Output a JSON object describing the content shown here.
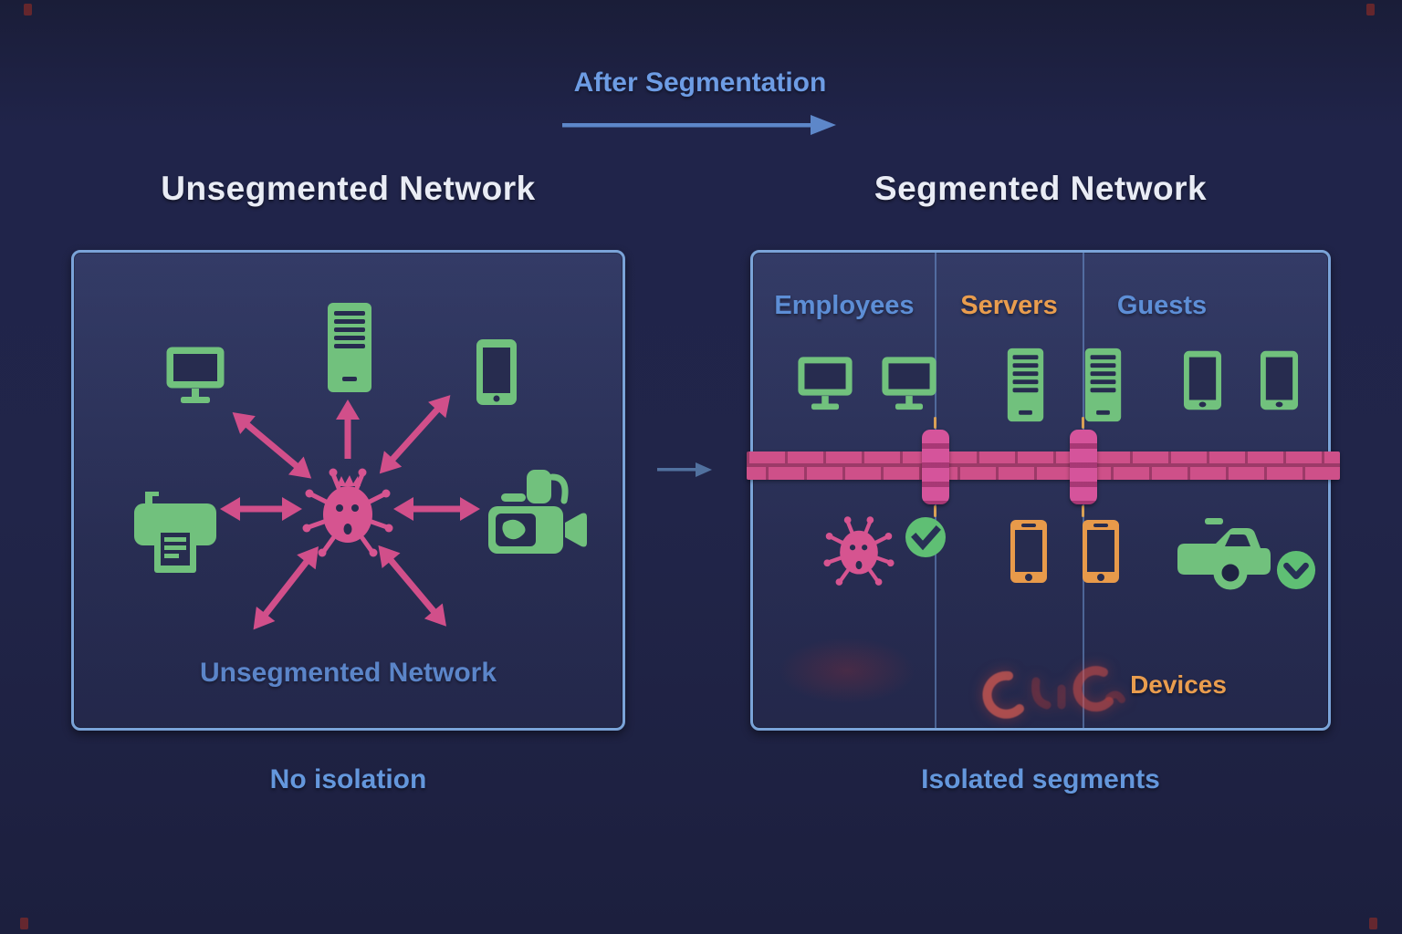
{
  "header": {
    "title": "After Segmentation"
  },
  "left_panel": {
    "heading": "Unsegmented Network",
    "inner_label": "Unsegmented Network",
    "caption": "No isolation",
    "devices": [
      "monitor",
      "server-tower",
      "smartphone",
      "printer",
      "video-camera"
    ],
    "threat": "virus-with-spreading-arrows"
  },
  "right_panel": {
    "heading": "Segmented Network",
    "caption": "Isolated segments",
    "devices_label": "Devices",
    "columns": [
      {
        "label": "Employees",
        "label_color": "#5d8ed6",
        "top_icons": [
          "monitor",
          "monitor"
        ],
        "bottom_icons": [
          "virus",
          "check-circle"
        ]
      },
      {
        "label": "Servers",
        "label_color": "#e99d4e",
        "top_icons": [
          "server-tower",
          "server-tower"
        ],
        "bottom_icons": [
          "smartphone-orange",
          "smartphone-orange"
        ]
      },
      {
        "label": "Guests",
        "label_color": "#5d8ed6",
        "top_icons": [
          "tablet",
          "tablet"
        ],
        "bottom_icons": [
          "vehicle",
          "check-circle"
        ]
      }
    ],
    "barrier": "pink-brick-firewall-with-posts"
  },
  "icons": {
    "monitor-icon": "green screen with stand",
    "server-icon": "green tower with slots",
    "smartphone-icon": "green phone",
    "tablet-icon": "green tablet",
    "printer-icon": "green printer with page",
    "video-camera-icon": "green camcorder",
    "virus-icon": "pink spiked virus with face",
    "check-icon": "green circle with dark check",
    "vehicle-icon": "green truck",
    "arrow-icon": "directional arrow"
  },
  "colors": {
    "background": "#1f2343",
    "panel_border": "#7aa3d8",
    "device_green": "#71c17d",
    "threat_pink": "#d65490",
    "wall_pink": "#ce5089",
    "accent_blue": "#6d9ce4",
    "accent_orange": "#e99d4e",
    "heading_white": "#e9ecf5"
  }
}
